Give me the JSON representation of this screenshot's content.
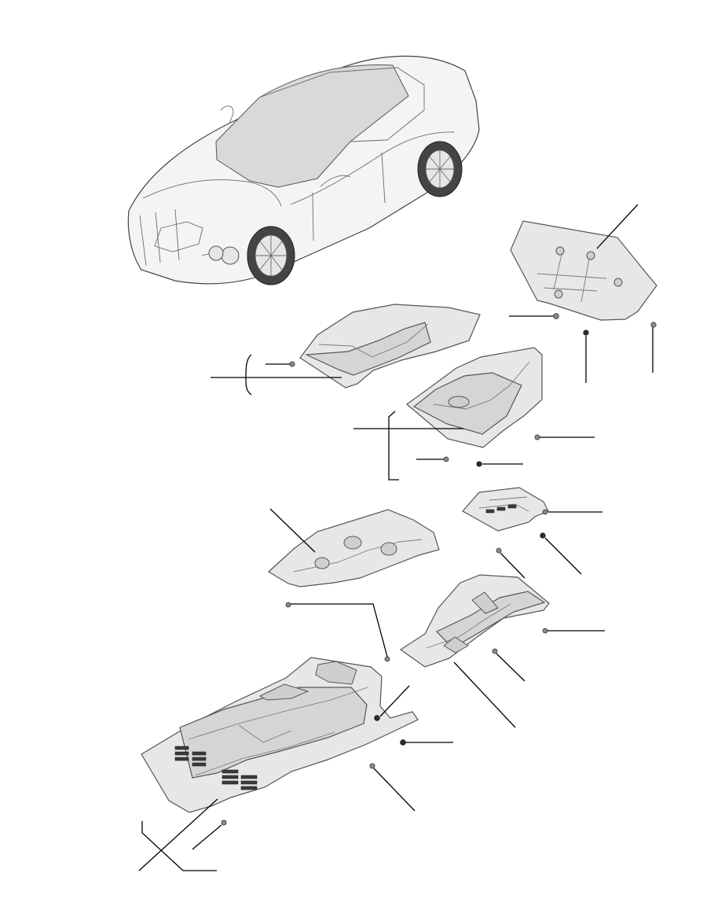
{
  "figure": {
    "colors": {
      "background": "#ffffff",
      "panel_fill": "#e7e7e7",
      "outline": "#555555",
      "leader": "#000000",
      "dark_fastener": "#2f2f2f"
    },
    "components": [
      "car-illustration",
      "rear-undertray",
      "left-rear-wheel-arch-liner",
      "right-rear-wheel-arch-liner",
      "small-cover-plate",
      "left-center-undertray",
      "right-center-undertray",
      "front-undertray"
    ]
  }
}
